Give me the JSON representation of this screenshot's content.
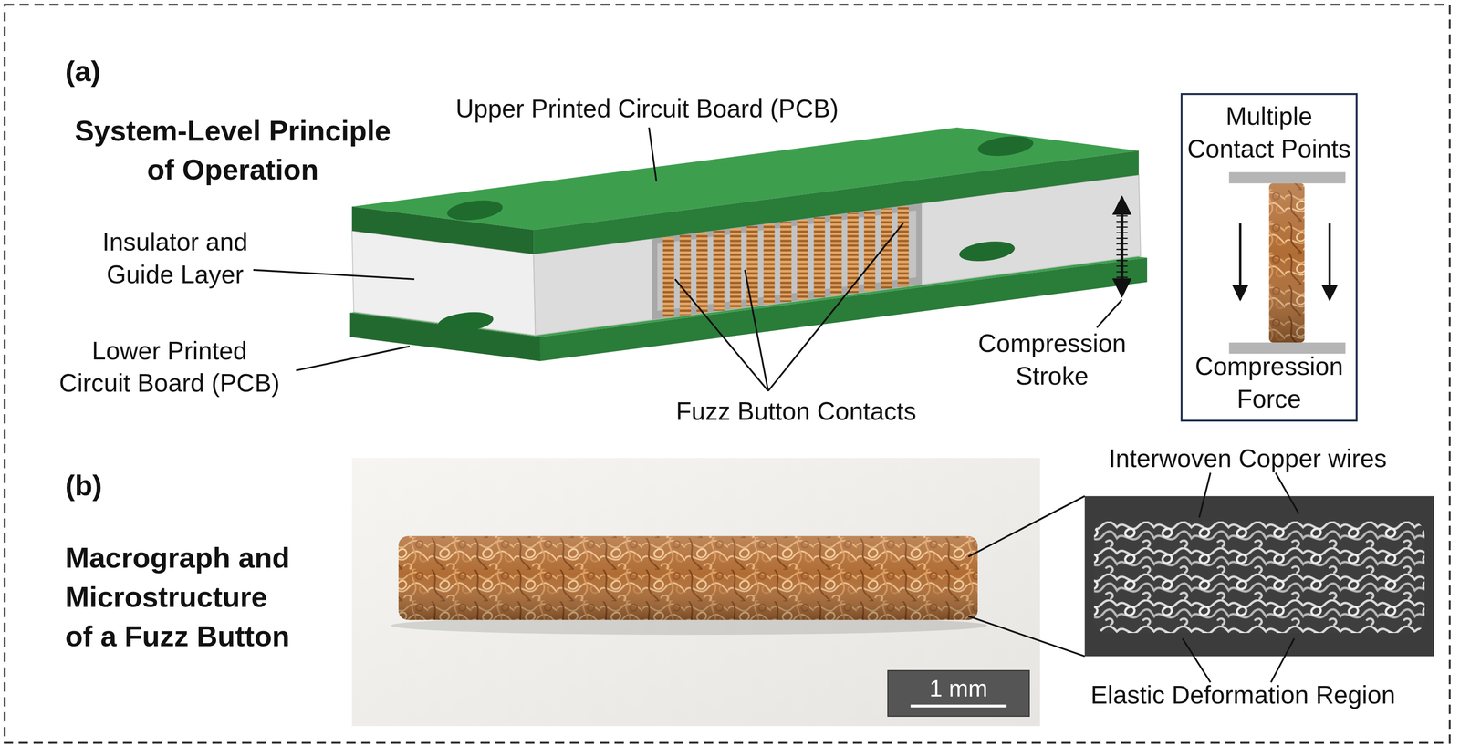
{
  "diagram": {
    "nodes": [
      {
        "text": [
          "Multiple Contact Points",
          "Compression Force"
        ]
      },
      {
        "text": [
          "1 mm"
        ]
      }
    ],
    "labels": [
      "(a)",
      "System-Level Principle of Operation",
      "Upper Printed Circuit Board (PCB)",
      "Insulator and Guide Layer",
      "Lower Printed Circuit Board (PCB)",
      "Compression Stroke",
      "Fuzz Button Contacts",
      "(b)",
      "Interwoven Copper wires",
      "Macrograph and Microstructure of a Fuzz Button",
      "Elastic Deformation Region"
    ]
  }
}
